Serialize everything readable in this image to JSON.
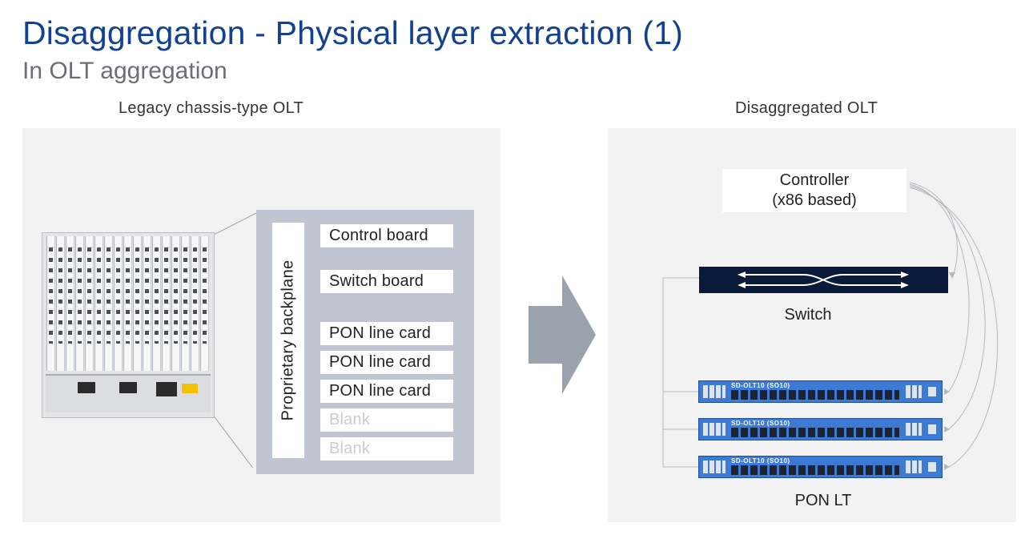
{
  "slide": {
    "title": "Disaggregation - Physical layer extraction (1)",
    "subtitle": "In OLT aggregation"
  },
  "left_panel": {
    "caption": "Legacy chassis-type OLT",
    "backplane_label": "Proprietary backplane",
    "boards": [
      {
        "label": "Control board",
        "blank": false
      },
      {
        "label": "Switch board",
        "blank": false
      },
      {
        "label": "PON line card",
        "blank": false
      },
      {
        "label": "PON line card",
        "blank": false
      },
      {
        "label": "PON line card",
        "blank": false
      },
      {
        "label": "Blank",
        "blank": true
      },
      {
        "label": "Blank",
        "blank": true
      }
    ]
  },
  "right_panel": {
    "caption": "Disaggregated OLT",
    "controller_line1": "Controller",
    "controller_line2": "(x86 based)",
    "switch_label": "Switch",
    "pon_lt_label": "PON LT",
    "olt_device_text": "SD-OLT10 (SO10)"
  },
  "colors": {
    "title": "#124191",
    "panel_bg": "#f2f2f3",
    "backplane_box": "#bfc6d1",
    "switch_bar": "#091a3a",
    "olt_device": "#3e7ad3",
    "arrow": "#9aa2ad"
  }
}
